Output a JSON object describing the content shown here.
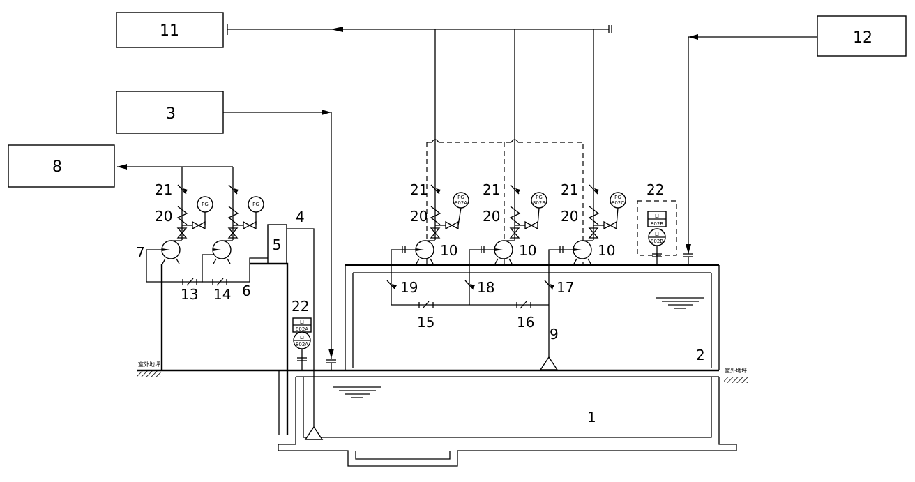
{
  "boxes": {
    "b11": "11",
    "b3": "3",
    "b8": "8",
    "b12": "12",
    "b5": "5"
  },
  "tanks": {
    "t1": "1",
    "t2": "2"
  },
  "labels": {
    "n4": "4",
    "n6": "6",
    "n7": "7",
    "n9": "9",
    "n10": "10",
    "n13": "13",
    "n14": "14",
    "n15": "15",
    "n16": "16",
    "n17": "17",
    "n18": "18",
    "n19": "19",
    "n20": "20",
    "n21": "21",
    "n22": "22"
  },
  "gauges": {
    "pg": "PG",
    "pg_a": "802A",
    "pg_b": "802B",
    "pg_c": "802C"
  },
  "level_indicators": {
    "li": "LI",
    "li_a": "802A",
    "li_b": "802B"
  },
  "ground": {
    "outdoor_ground": "室外地坪"
  }
}
